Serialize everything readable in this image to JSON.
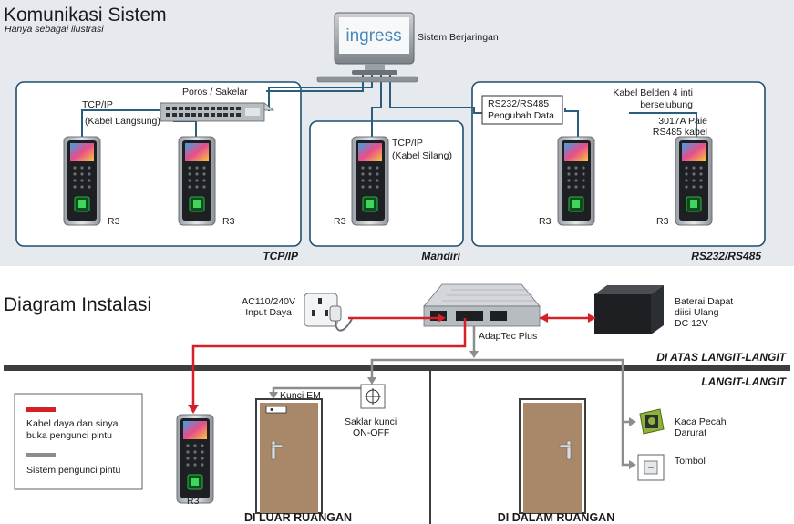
{
  "colors": {
    "power_wire": "#d42026",
    "lock_wire": "#8d8d8d",
    "network_wire": "#2b5d7d",
    "panel_bg": "#e6eaee",
    "box_border": "#1f4e6e",
    "ceiling": "#3d3d3d",
    "door": "#a9886a"
  },
  "system": {
    "title": "Komunikasi Sistem",
    "subtitle": "Hanya sebagai ilustrasi",
    "pc_label": "ingress",
    "pc_caption": "Sistem Berjaringan",
    "switch_label": "Poros / Sakelar",
    "tcpip_label": "TCP/IP",
    "tcpip_cable": "(Kabel Langsung)",
    "standalone_label": "TCP/IP",
    "standalone_cable": "(Kabel Silang)",
    "converter_line1": "RS232/RS485",
    "converter_line2": "Pengubah Data",
    "belden_line1": "Kabel Belden 4 inti",
    "belden_line2": "berselubung",
    "paie_line1": "3017A Paie",
    "paie_line2": "RS485 kabel",
    "device_label": "R3",
    "box_tcpip": "TCP/IP",
    "box_standalone": "Mandiri",
    "box_rs": "RS232/RS485"
  },
  "installation": {
    "title": "Diagram Instalasi",
    "power_line1": "AC110/240V",
    "power_line2": "Input Daya",
    "controller": "AdapTec Plus",
    "battery_line1": "Baterai Dapat",
    "battery_line2": "diisi Ulang",
    "battery_line3": "DC 12V",
    "above_ceiling": "DI ATAS LANGIT-LANGIT",
    "ceiling": "LANGIT-LANGIT",
    "em_lock": "Kunci EM",
    "switch_line1": "Saklar kunci",
    "switch_line2": "ON-OFF",
    "break_glass_line1": "Kaca Pecah",
    "break_glass_line2": "Darurat",
    "button": "Tombol",
    "device_label": "R3",
    "outside": "DI LUAR RUANGAN",
    "inside": "DI DALAM RUANGAN",
    "legend_power_line1": "Kabel daya dan sinyal",
    "legend_power_line2": "buka pengunci pintu",
    "legend_lock": "Sistem pengunci pintu"
  }
}
